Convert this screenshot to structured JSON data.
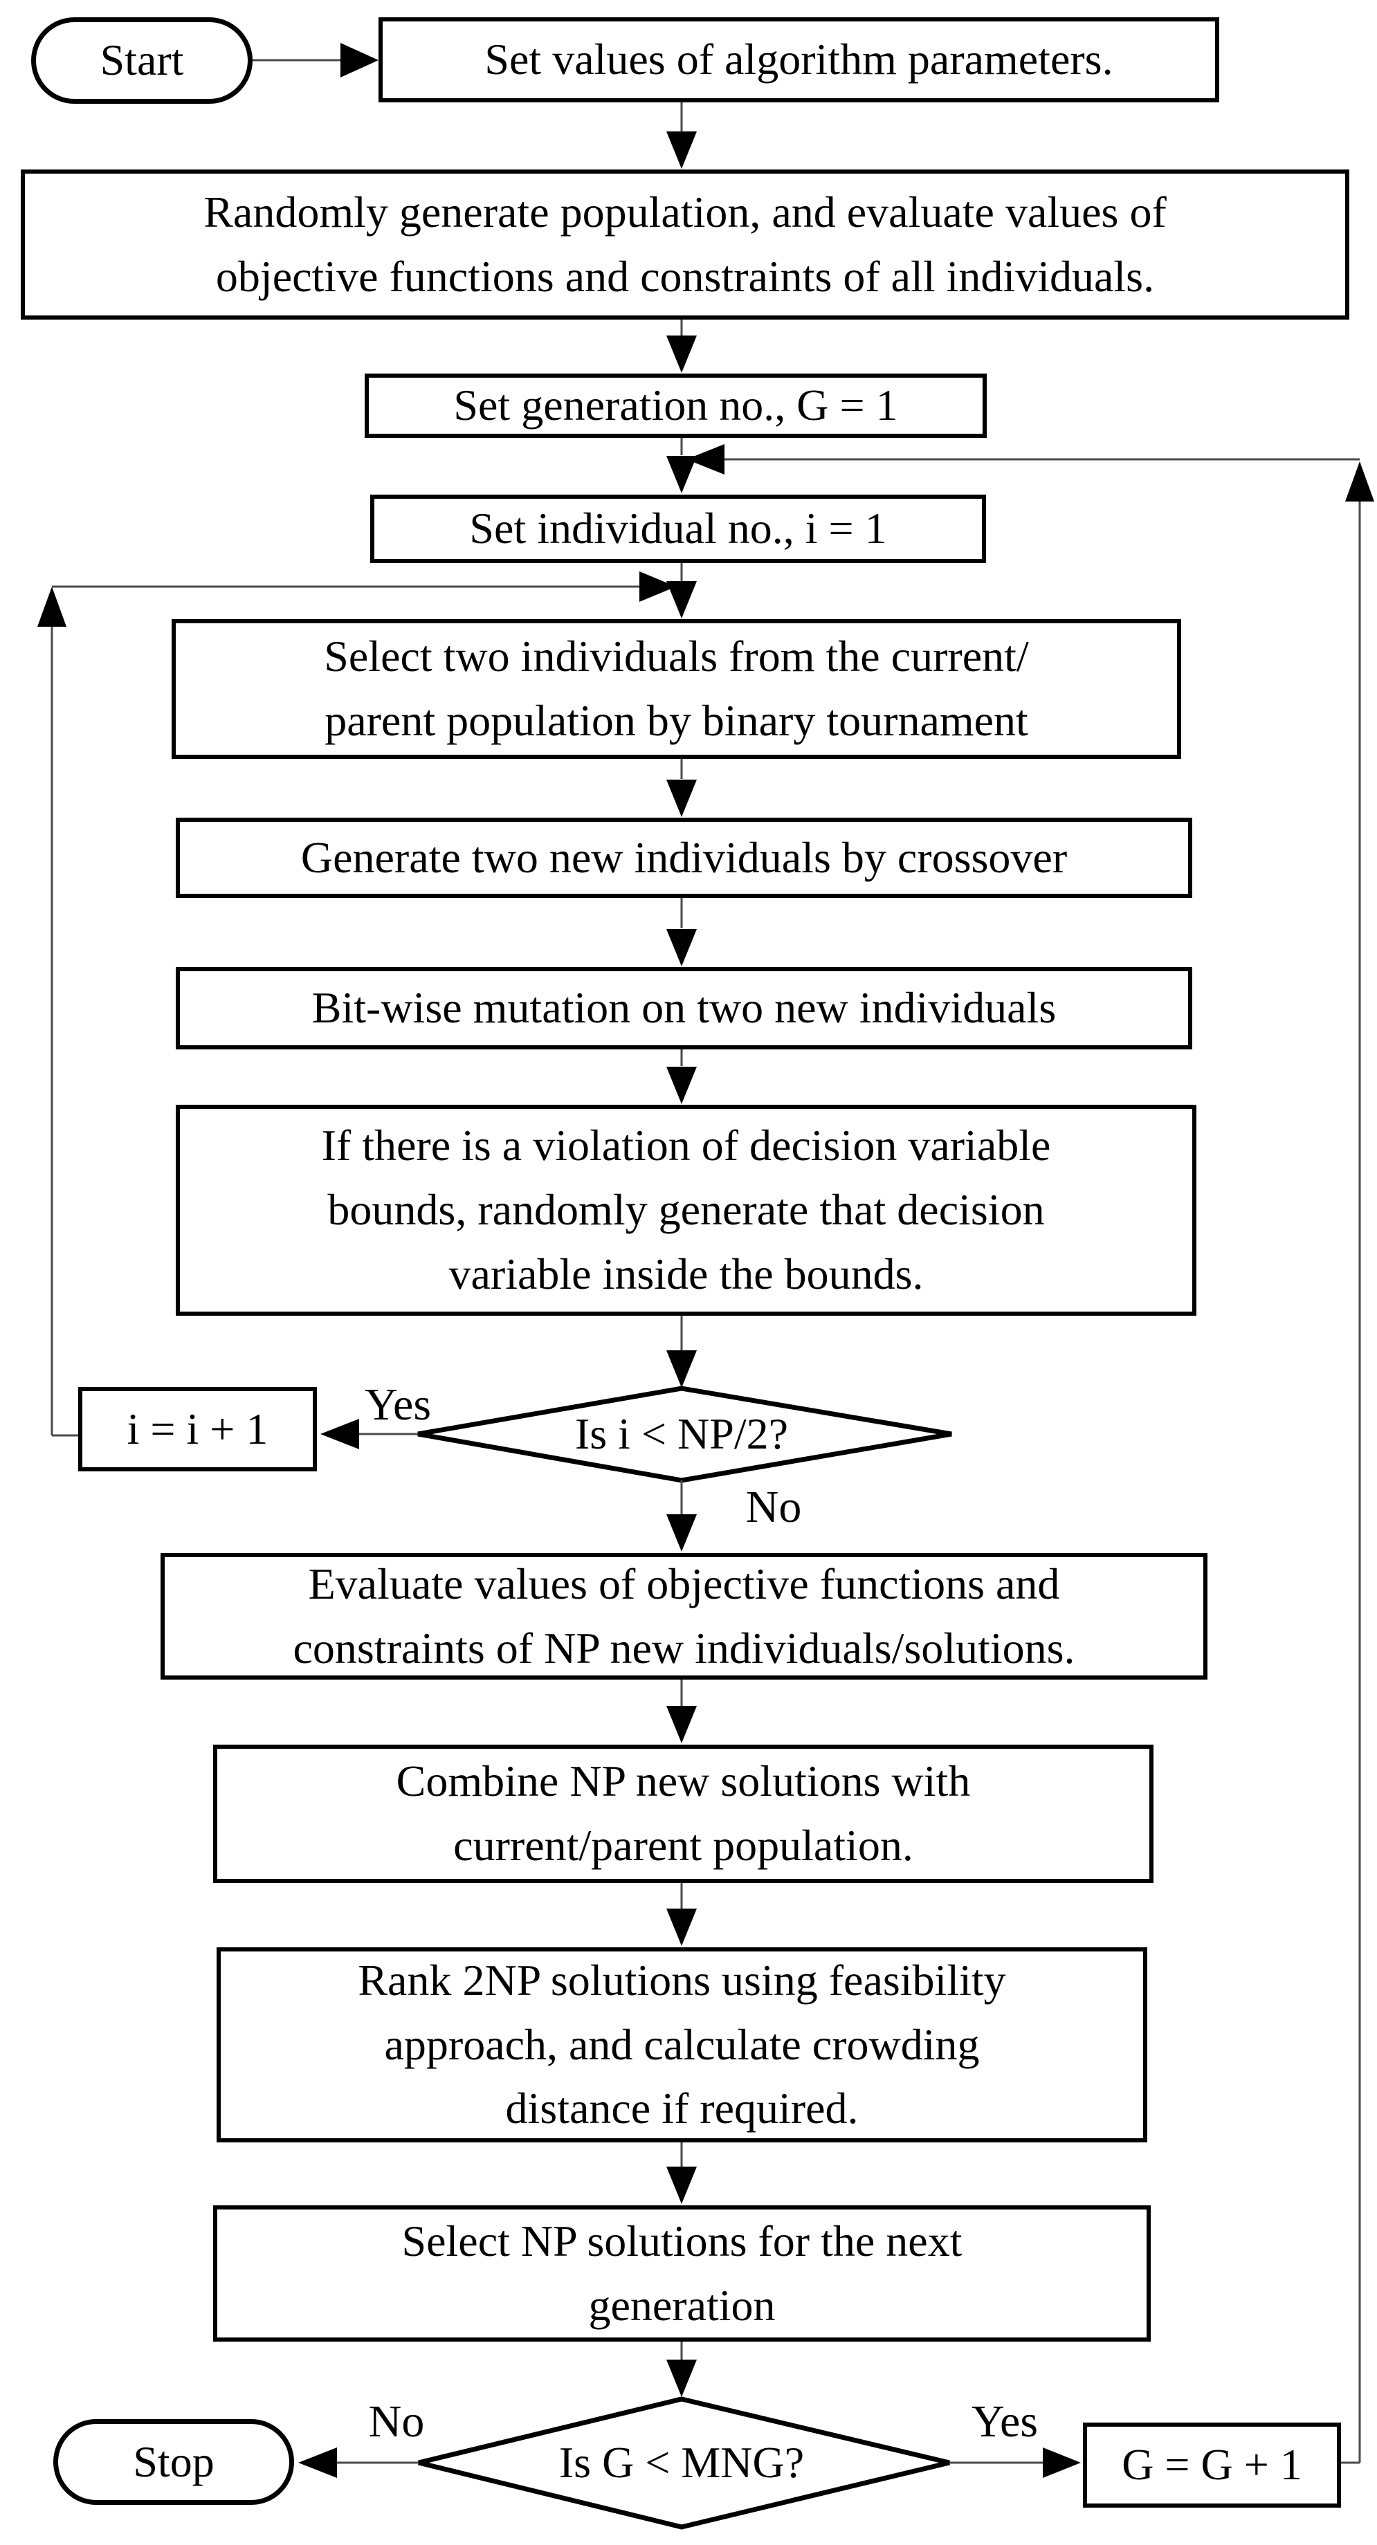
{
  "colors": {
    "stroke": "#000000",
    "connector": "#4a4a4a",
    "background": "#ffffff"
  },
  "nodes": {
    "start": {
      "label": "Start"
    },
    "set_params": {
      "line1": "Set values of algorithm parameters."
    },
    "generate_population": {
      "line1": "Randomly generate population, and evaluate values of",
      "line2": "objective functions and constraints of all individuals."
    },
    "set_generation": {
      "line1": "Set generation no., G = 1"
    },
    "set_individual": {
      "line1": "Set individual no., i = 1"
    },
    "select_two": {
      "line1": "Select two individuals from the current/",
      "line2": "parent population by binary tournament"
    },
    "crossover": {
      "line1": "Generate two new individuals by crossover"
    },
    "mutation": {
      "line1": "Bit-wise mutation on two new individuals"
    },
    "bounds_check": {
      "line1": "If there is a violation of decision variable",
      "line2": "bounds, randomly generate that decision",
      "line3": "variable inside the bounds."
    },
    "increment_i": {
      "label": "i = i + 1"
    },
    "decision_i": {
      "label": "Is i < NP/2?",
      "yes": "Yes",
      "no": "No"
    },
    "evaluate": {
      "line1": "Evaluate values of objective functions and",
      "line2": "constraints of NP new individuals/solutions."
    },
    "combine": {
      "line1": "Combine NP new solutions with",
      "line2": "current/parent population."
    },
    "rank": {
      "line1": "Rank 2NP solutions using feasibility",
      "line2": "approach, and calculate crowding",
      "line3": "distance if required."
    },
    "select_np": {
      "line1": "Select NP solutions for the next",
      "line2": "generation"
    },
    "decision_g": {
      "label": "Is G < MNG?",
      "yes": "Yes",
      "no": "No"
    },
    "increment_g": {
      "label": "G = G + 1"
    },
    "stop": {
      "label": "Stop"
    }
  }
}
